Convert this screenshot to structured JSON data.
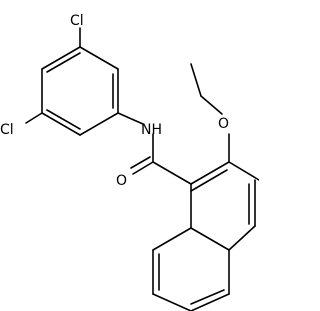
{
  "molecule": {
    "atoms": {
      "cl_top": "Cl",
      "cl_left": "Cl",
      "amide_nh": "NH",
      "ether_o": "O",
      "carbonyl_o": "O"
    }
  }
}
